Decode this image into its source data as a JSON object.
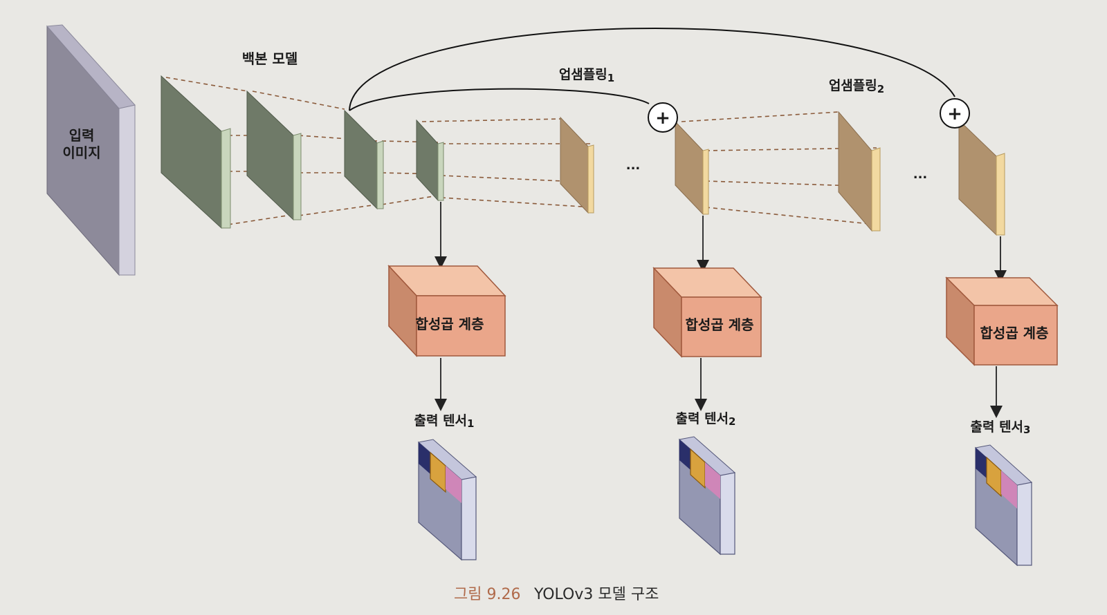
{
  "labels": {
    "input_image_line1": "입력",
    "input_image_line2": "이미지",
    "backbone": "백본 모델",
    "upsample1": "업샘플링",
    "upsample1_sub": "1",
    "upsample2": "업샘플링",
    "upsample2_sub": "2",
    "ellipsis1": "...",
    "ellipsis2": "...",
    "plus": "+",
    "conv1": "합성곱 계층",
    "conv2": "합성곱 계층",
    "conv3": "합성곱 계층",
    "out1": "출력 텐서",
    "out1_sub": "1",
    "out2": "출력 텐서",
    "out2_sub": "2",
    "out3": "출력 텐서",
    "out3_sub": "3"
  },
  "caption": {
    "figure_number": "그림 9.26",
    "title": "YOLOv3 모델 구조"
  },
  "colors": {
    "background": "#e9e8e4",
    "input_front": "#8d8a9a",
    "input_side": "#d4d2de",
    "backbone_front": "#6f7a68",
    "backbone_side": "#c9d6bd",
    "upsample_front": "#b0926e",
    "upsample_side": "#f2d9a0",
    "conv_front": "#eaa68a",
    "conv_top": "#f3c4a8",
    "conv_side": "#c98a6c",
    "tensor_front": "#9497b2",
    "tensor_side": "#d9dbeb",
    "tensor_navy": "#2a2f6a",
    "tensor_gold": "#d8a23e",
    "tensor_pink": "#cf86b8",
    "caption_accent": "#b06a4a"
  }
}
